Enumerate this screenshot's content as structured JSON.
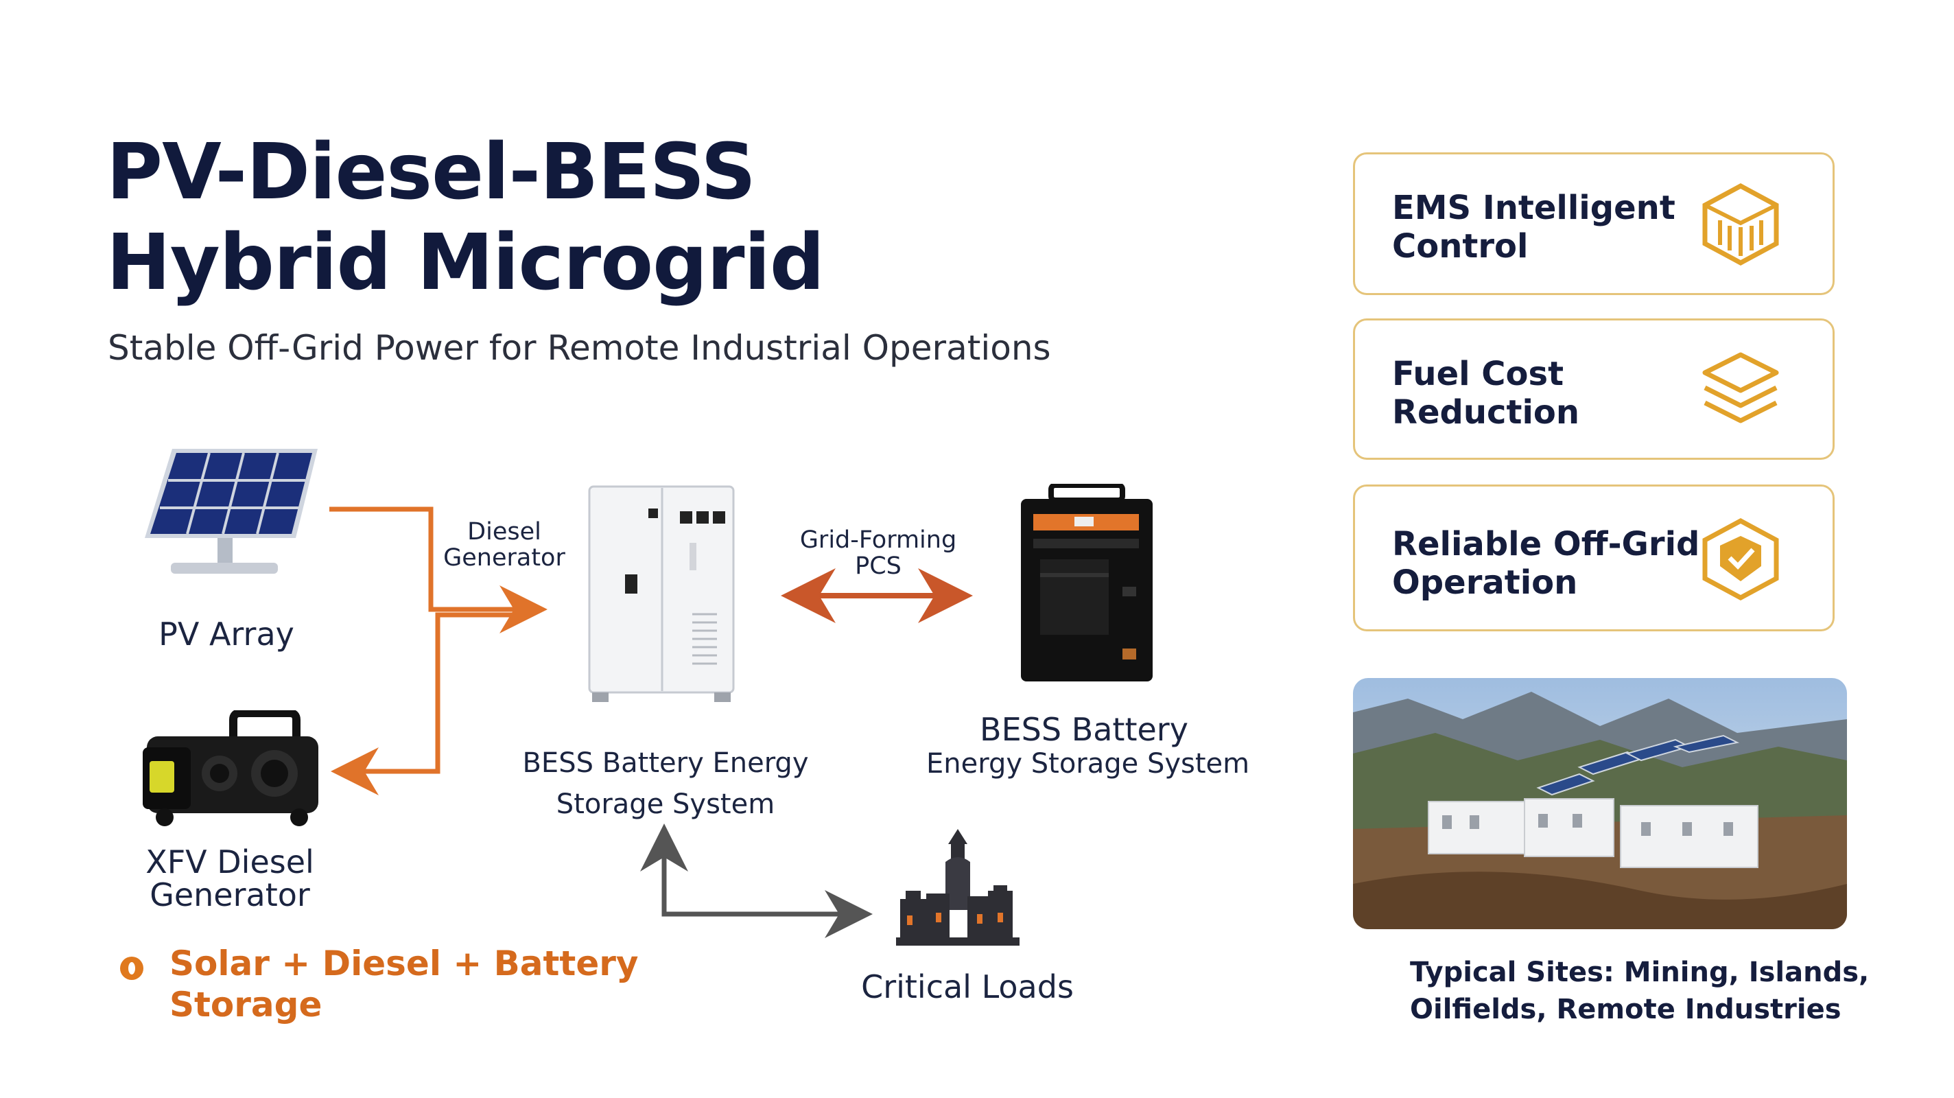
{
  "header": {
    "title_line1": "PV-Diesel-BESS",
    "title_line2": "Hybrid Microgrid",
    "subtitle": "Stable Off-Grid Power for Remote Industrial Operations"
  },
  "diagram": {
    "pv_label": "PV Array",
    "diesel_flow_label_line1": "Diesel",
    "diesel_flow_label_line2": "Generator",
    "diesel_gen_label_line1": "XFV Diesel",
    "diesel_gen_label_line2": "Generator",
    "bess_main_label_line1": "BESS Battery Energy",
    "bess_main_label_line2": "Storage System",
    "pcs_label_line1": "Grid-Forming",
    "pcs_label_line2": "PCS",
    "bess_secondary_label_line1": "BESS Battery",
    "bess_secondary_label_line2": "Energy Storage System",
    "loads_label": "Critical Loads",
    "legend_line1": "Solar + Diesel + Battery",
    "legend_line2": "Storage"
  },
  "features": [
    {
      "line1": "EMS Intelligent",
      "line2": "Control",
      "icon": "ems-cube-icon"
    },
    {
      "line1": "Fuel Cost",
      "line2": "Reduction",
      "icon": "layers-icon"
    },
    {
      "line1": "Reliable Off-Grid",
      "line2": "Operation",
      "icon": "shield-hexagon-icon"
    }
  ],
  "sites": {
    "caption_line1": "Typical Sites: Mining, Islands,",
    "caption_line2": "Oilfields, Remote Industries"
  },
  "colors": {
    "navy": "#111a3c",
    "orange_arrow": "#e0732a",
    "gold_border": "#e5c47a",
    "gold_icon": "#e2a22a",
    "gray_arrow": "#555555"
  }
}
